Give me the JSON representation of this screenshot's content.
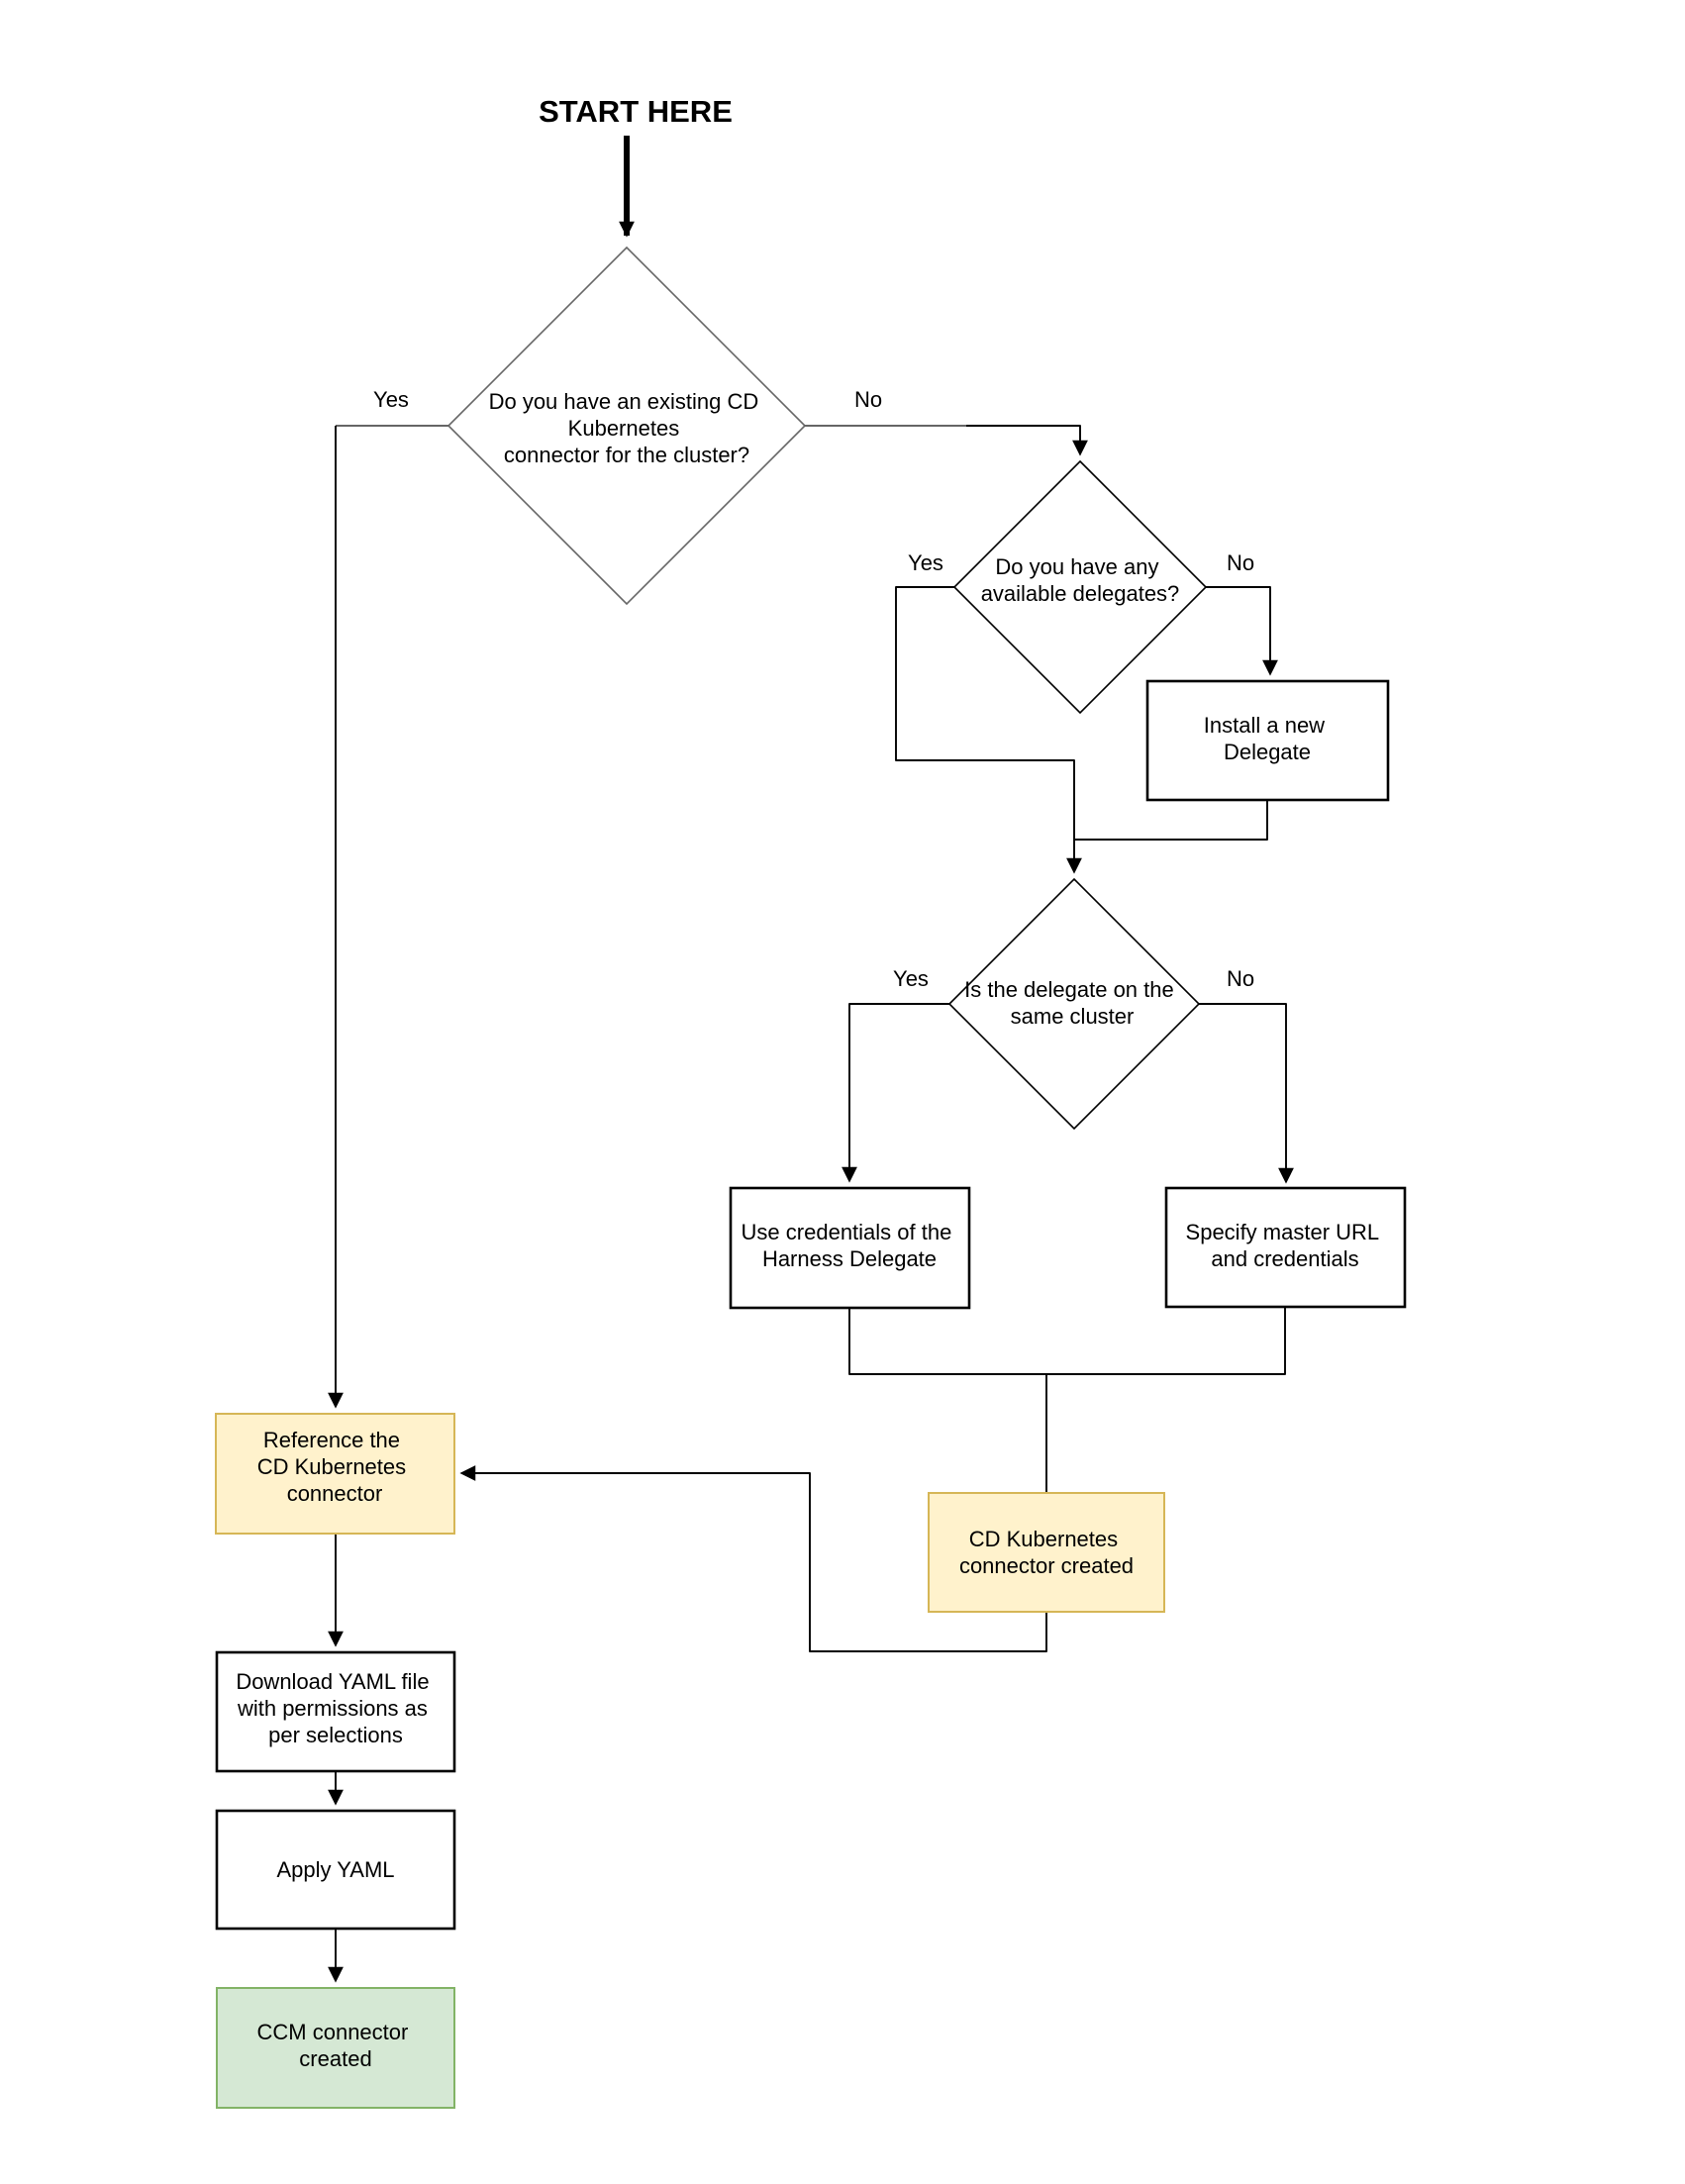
{
  "colors": {
    "background": "#ffffff",
    "connector": "#000000",
    "decision_stroke": "#666666",
    "highlight_fill": "#fff2cc",
    "highlight_border": "#d6b656",
    "success_fill": "#d5e8d4",
    "success_border": "#82b366"
  },
  "title": {
    "label": "START HERE"
  },
  "nodes": {
    "existing_connector_decision": {
      "lines": [
        "Do you have an existing CD",
        "Kubernetes",
        "connector for the cluster?"
      ]
    },
    "available_delegates_decision": {
      "lines": [
        "Do you have any",
        "available delegates?"
      ]
    },
    "same_cluster_decision": {
      "lines": [
        "Is the delegate on the",
        "same cluster"
      ]
    },
    "install_delegate": {
      "lines": [
        "Install a new",
        "Delegate"
      ]
    },
    "use_delegate_credentials": {
      "lines": [
        "Use credentials of the",
        "Harness Delegate"
      ]
    },
    "specify_master_url": {
      "lines": [
        "Specify master URL",
        "and credentials"
      ]
    },
    "cd_connector_created": {
      "lines": [
        "CD Kubernetes",
        "connector created"
      ]
    },
    "reference_connector": {
      "lines": [
        "Reference the",
        "CD Kubernetes",
        "connector"
      ]
    },
    "download_yaml": {
      "lines": [
        "Download YAML file",
        "with permissions as",
        "per selections"
      ]
    },
    "apply_yaml": {
      "lines": [
        "Apply YAML"
      ]
    },
    "ccm_connector_created": {
      "lines": [
        "CCM connector",
        "created"
      ]
    }
  },
  "edge_labels": {
    "existing_yes": "Yes",
    "existing_no": "No",
    "delegates_yes": "Yes",
    "delegates_no": "No",
    "cluster_yes": "Yes",
    "cluster_no": "No"
  }
}
